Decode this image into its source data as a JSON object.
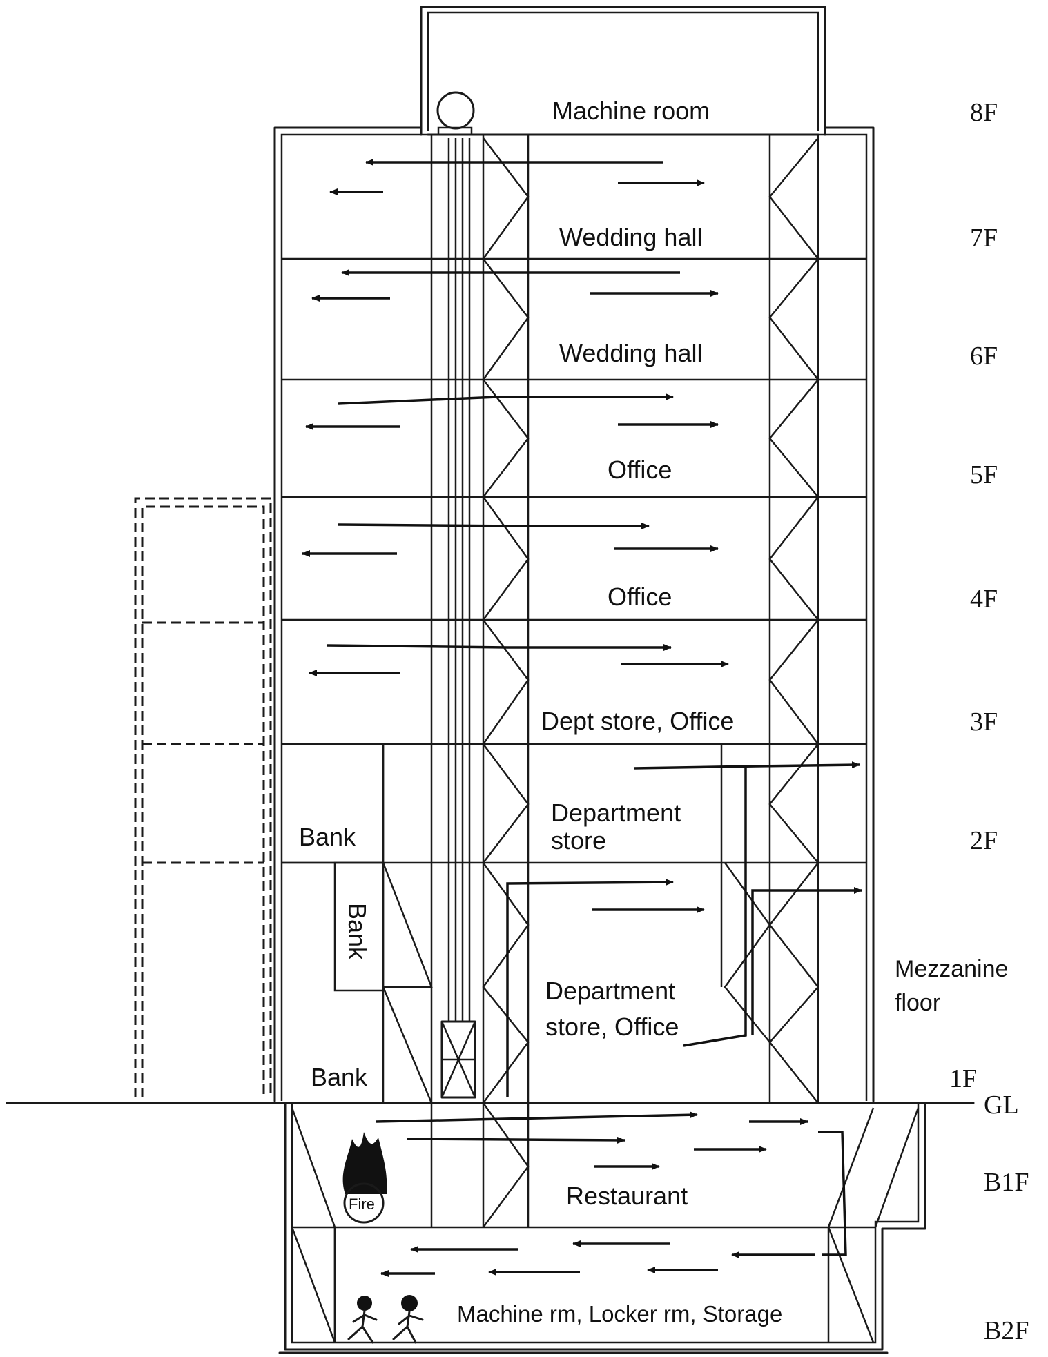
{
  "floors": {
    "f8": "8F",
    "f7": "7F",
    "f6": "6F",
    "f5": "5F",
    "f4": "4F",
    "f3": "3F",
    "f2": "2F",
    "f1": "1F",
    "gl": "GL",
    "b1": "B1F",
    "b2": "B2F"
  },
  "rooms": {
    "machine_room": "Machine room",
    "f7_use": "Wedding hall",
    "f6_use": "Wedding hall",
    "f5_use": "Office",
    "f4_use": "Office",
    "f3_use": "Dept store, Office",
    "f2_use_line1": "Department",
    "f2_use_line2": "store",
    "f1_use_line1": "Department",
    "f1_use_line2": "store, Office",
    "mezzanine_line1": "Mezzanine",
    "mezzanine_line2": "floor",
    "bank_2f": "Bank",
    "bank_mezz": "Bank",
    "bank_1f": "Bank",
    "b1_use": "Restaurant",
    "b2_use": "Machine rm, Locker rm, Storage",
    "fire": "Fire"
  },
  "icons": {
    "fire": "fire-icon",
    "people": "person-running-icon",
    "elevator_motor": "elevator-motor-icon",
    "elevator_car": "elevator-car-icon",
    "smoke_flow": "arrow-right-icon"
  }
}
